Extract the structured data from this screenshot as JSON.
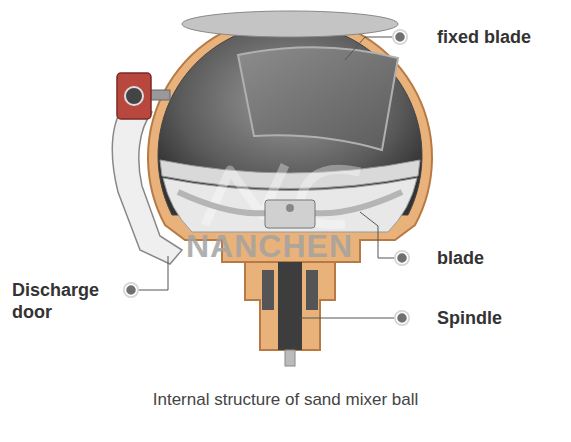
{
  "diagram": {
    "caption": "Internal structure of sand mixer ball",
    "labels": [
      "fixed blade",
      "blade",
      "Spindle",
      "Discharge door",
      "NANCHEN"
    ]
  }
}
